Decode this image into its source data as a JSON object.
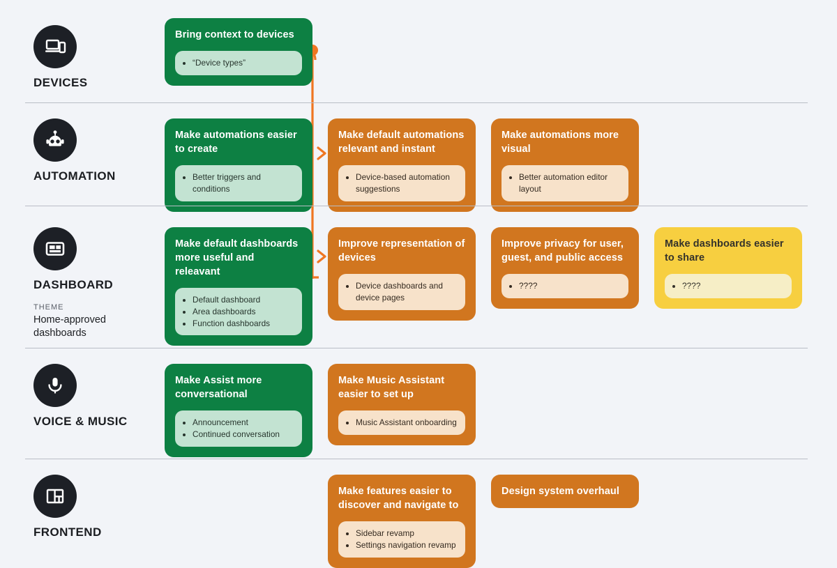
{
  "theme": {
    "background": "#f2f4f8",
    "green": "#0d8043",
    "orange": "#d1761f",
    "yellow": "#f7cf40",
    "connector": "#ef7622",
    "icon_circle": "#1d2026",
    "divider": "#b9bdc6"
  },
  "rows": [
    {
      "id": "devices",
      "icon": "devices-icon",
      "name": "DEVICES",
      "theme_label": null,
      "theme_text": null,
      "cards": [
        {
          "color": "green",
          "title": "Bring context to devices",
          "items": [
            "“Device types”"
          ]
        }
      ]
    },
    {
      "id": "automation",
      "icon": "robot-icon",
      "name": "AUTOMATION",
      "theme_label": null,
      "theme_text": null,
      "cards": [
        {
          "color": "green",
          "title": "Make automations easier to create",
          "items": [
            "Better triggers and conditions"
          ]
        },
        {
          "color": "orange",
          "title": "Make default automations relevant and instant",
          "items": [
            "Device-based automation suggestions"
          ]
        },
        {
          "color": "orange",
          "title": "Make automations more visual",
          "items": [
            "Better automation editor layout"
          ]
        }
      ]
    },
    {
      "id": "dashboard",
      "icon": "dashboard-icon",
      "name": "DASHBOARD",
      "theme_label": "THEME",
      "theme_text": "Home-approved dashboards",
      "cards": [
        {
          "color": "green",
          "title": "Make default dashboards more useful and releavant",
          "items": [
            "Default dashboard",
            "Area dashboards",
            "Function dashboards"
          ]
        },
        {
          "color": "orange",
          "title": "Improve representation of devices",
          "items": [
            "Device dashboards and device pages"
          ]
        },
        {
          "color": "orange",
          "title": "Improve privacy for user, guest, and public access",
          "items": [
            "????"
          ]
        },
        {
          "color": "yellow",
          "title": "Make dashboards easier to share",
          "items": [
            "????"
          ]
        }
      ]
    },
    {
      "id": "voice-music",
      "icon": "microphone-icon",
      "name": "VOICE & MUSIC",
      "theme_label": null,
      "theme_text": null,
      "cards": [
        {
          "color": "green",
          "title": "Make Assist more conversational",
          "items": [
            "Announcement",
            "Continued conversation"
          ]
        },
        {
          "color": "orange",
          "title": "Make Music Assistant easier to set up",
          "items": [
            "Music Assistant onboarding"
          ]
        }
      ]
    },
    {
      "id": "frontend",
      "icon": "layout-icon",
      "name": "FRONTEND",
      "theme_label": null,
      "theme_text": null,
      "cards": [
        {
          "color": "orange",
          "title": "Make features easier to discover and navigate to",
          "items": [
            "Sidebar revamp",
            "Settings navigation revamp"
          ]
        },
        {
          "color": "orange",
          "title": "Design system overhaul",
          "items": []
        }
      ]
    }
  ]
}
